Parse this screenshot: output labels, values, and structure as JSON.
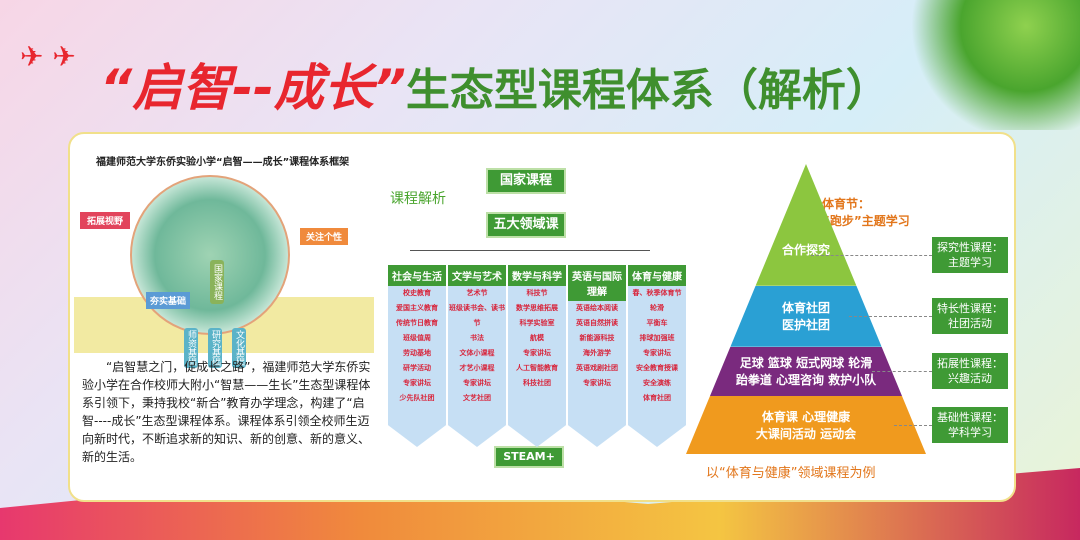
{
  "title": {
    "part1": "“启智--成长”",
    "part2": "生态型课程体系（解析）"
  },
  "framework": {
    "title": "福建师范大学东侨实验小学“启智——成长”课程体系框架",
    "boxes": {
      "left": "拓展视野",
      "right": "关注个性",
      "middle": "夯实基础"
    },
    "trunk": "国家课程",
    "roots": [
      "师资基础",
      "研究基础",
      "文化基础"
    ]
  },
  "paragraph": "“启智慧之门，促成长之路”，福建师范大学东侨实验小学在合作校师大附小“智慧——生长”生态型课程体系引领下，秉持我校“新合”教育办学理念，构建了“启智----成长”生态型课程体系。课程体系引领全校师生迈向新时代，不断追求新的知识、新的创意、新的意义、新的生活。",
  "analysis": {
    "label": "课程解析",
    "top": "国家课程",
    "second": "五大领域课程",
    "bottom": "STEAM+",
    "columns": [
      {
        "title": "社会与生活",
        "items": [
          "校史教育",
          "爱国主义教育",
          "传统节日教育",
          "班级值周",
          "劳动基地",
          "研学活动",
          "专家讲坛",
          "少先队社团"
        ]
      },
      {
        "title": "文学与艺术",
        "items": [
          "艺术节",
          "班级读书会、读书节",
          "书法",
          "文体小课程",
          "才艺小课程",
          "专家讲坛",
          "文艺社团"
        ]
      },
      {
        "title": "数学与科学",
        "items": [
          "科技节",
          "数学思维拓展",
          "科学实验室",
          "航模",
          "专家讲坛",
          "人工智能教育",
          "科技社团"
        ]
      },
      {
        "title": "英语与国际理解",
        "items": [
          "英语绘本阅读",
          "英语自然拼读",
          "新能源科技",
          "海外游学",
          "英语戏剧社团",
          "专家讲坛"
        ]
      },
      {
        "title": "体育与健康",
        "items": [
          "春、秋季体育节",
          "轮滑",
          "平衡车",
          "排球加强班",
          "专家讲坛",
          "安全教育授课",
          "安全演练",
          "体育社团"
        ]
      }
    ]
  },
  "pyramid": {
    "note1": "体育节：",
    "note2": "“跑步”主题学习",
    "caption": "以“体育与健康”领域课程为例",
    "levels": [
      {
        "lines": [
          "合作探究"
        ],
        "color": "#8cc63f",
        "tag1": "探究性课程：",
        "tag2": "主题学习"
      },
      {
        "lines": [
          "体育社团",
          "医护社团"
        ],
        "color": "#2aa0d4",
        "tag1": "特长性课程：",
        "tag2": "社团活动"
      },
      {
        "lines": [
          "足球  篮球  短式网球  轮滑",
          "跆拳道  心理咨询  救护小队"
        ],
        "color": "#7a2a7e",
        "tag1": "拓展性课程：",
        "tag2": "兴趣活动"
      },
      {
        "lines": [
          "体育课  心理健康",
          "大课间活动 运动会"
        ],
        "color": "#f09a1e",
        "tag1": "基础性课程：",
        "tag2": "学科学习"
      }
    ]
  }
}
